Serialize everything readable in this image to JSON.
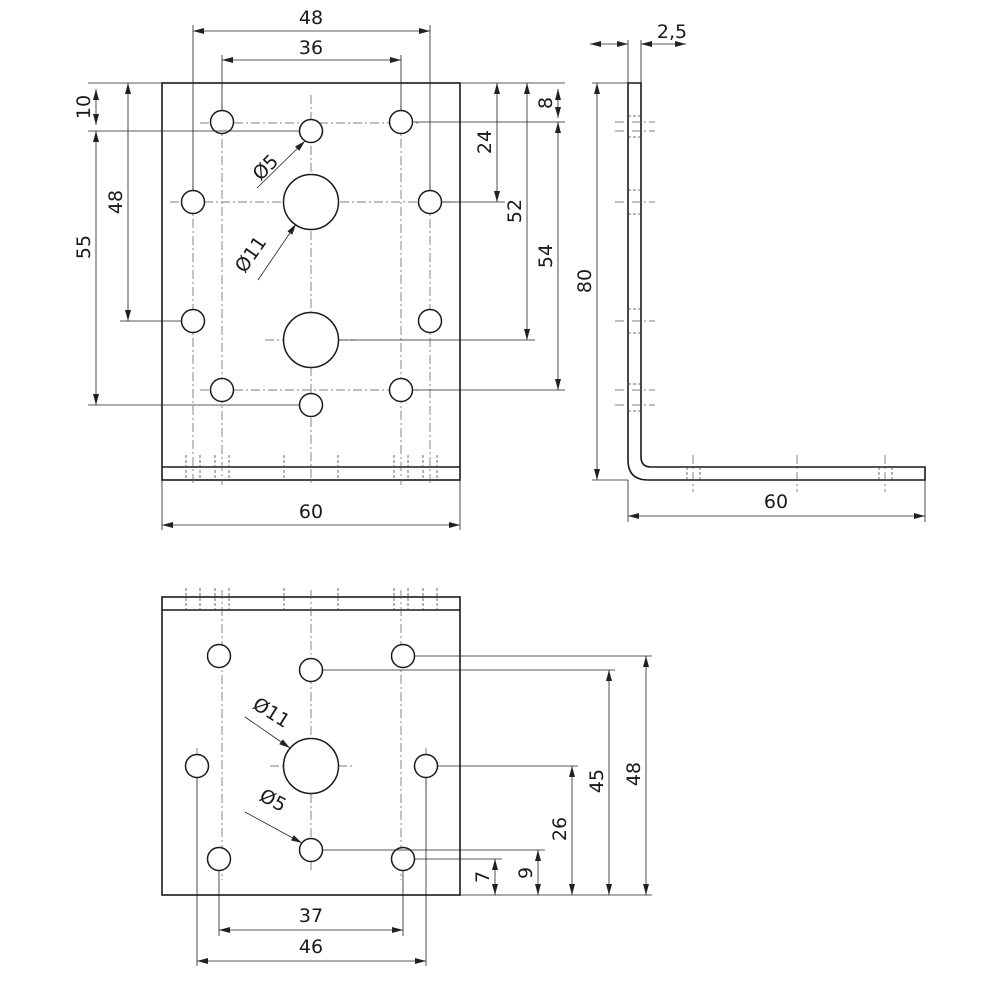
{
  "front_view": {
    "dims": {
      "top_48": "48",
      "top_36": "36",
      "left_10": "10",
      "left_48": "48",
      "left_55": "55",
      "right_8": "8",
      "right_24": "24",
      "right_52": "52",
      "right_54": "54",
      "bottom_60": "60",
      "dia_small": "Ø5",
      "dia_large": "Ø11"
    }
  },
  "side_view": {
    "dims": {
      "thickness": "2,5",
      "height_80": "80",
      "length_60": "60"
    }
  },
  "bottom_view": {
    "dims": {
      "dia_large": "Ø11",
      "dia_small": "Ø5",
      "width_37": "37",
      "width_46": "46",
      "right_7": "7",
      "right_9": "9",
      "right_26": "26",
      "right_45": "45",
      "right_48": "48"
    }
  }
}
